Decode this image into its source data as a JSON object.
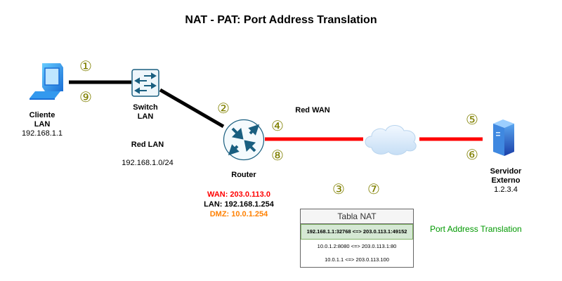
{
  "title": "NAT - PAT: Port Address Translation",
  "nodes": {
    "client": {
      "name_line1": "Cliente",
      "name_line2": "LAN",
      "ip": "192.168.1.1",
      "icon": "laptop-icon"
    },
    "switch": {
      "name_line1": "Switch",
      "name_line2": "LAN",
      "icon": "switch-icon"
    },
    "router": {
      "name": "Router",
      "icon": "router-icon",
      "wan": "WAN: 203.0.113.0",
      "lan": "LAN: 192.168.1.254",
      "dmz": "DMZ: 10.0.1.254"
    },
    "cloud": {
      "icon": "cloud-icon"
    },
    "server": {
      "name_line1": "Servidor",
      "name_line2": "Externo",
      "ip": "1.2.3.4",
      "icon": "server-icon"
    }
  },
  "networks": {
    "lan": {
      "label": "Red LAN",
      "subnet": "192.168.1.0/24"
    },
    "wan": {
      "label": "Red WAN"
    }
  },
  "steps": [
    "①",
    "②",
    "③",
    "④",
    "⑤",
    "⑥",
    "⑦",
    "⑧",
    "⑨"
  ],
  "nat_table": {
    "title": "Tabla NAT",
    "rows": [
      "192.168.1.1:32768 <=> 203.0.113.1:49152",
      "10.0.1.2:8080 <=> 203.0.113.1:80",
      "10.0.1.1 <=> 203.0.113.100"
    ]
  },
  "pat_label": "Port Address Translation",
  "colors": {
    "wan_link": "#ff0000",
    "lan_link": "#000000",
    "step": "#808000",
    "wan_text": "#ff0000",
    "dmz_text": "#ff8000",
    "pat_text": "#009900",
    "nat_highlight": "#d5e8d4"
  }
}
